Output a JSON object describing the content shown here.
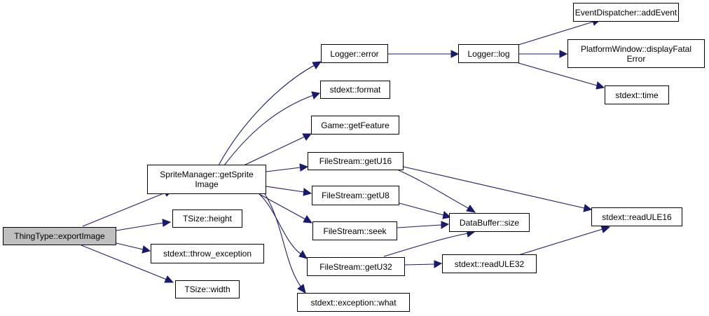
{
  "nodes": {
    "thingtype_exportimage": "ThingType::exportImage",
    "spritemanager_getspriteimage": "SpriteManager::getSprite\nImage",
    "tsize_height": "TSize::height",
    "stdext_throw_exception": "stdext::throw_exception",
    "tsize_width": "TSize::width",
    "logger_error": "Logger::error",
    "stdext_format": "stdext::format",
    "game_getfeature": "Game::getFeature",
    "filestream_getu16": "FileStream::getU16",
    "filestream_getu8": "FileStream::getU8",
    "filestream_seek": "FileStream::seek",
    "filestream_getu32": "FileStream::getU32",
    "stdext_exception_what": "stdext::exception::what",
    "logger_log": "Logger::log",
    "databuffer_size": "DataBuffer::size",
    "stdext_readule32": "stdext::readULE32",
    "eventdispatcher_addevent": "EventDispatcher::addEvent",
    "platformwindow_displayfatalerror": "PlatformWindow::displayFatal\nError",
    "stdext_time": "stdext::time",
    "stdext_readule16": "stdext::readULE16"
  },
  "edges": [
    [
      "thingtype_exportimage",
      "spritemanager_getspriteimage"
    ],
    [
      "thingtype_exportimage",
      "tsize_height"
    ],
    [
      "thingtype_exportimage",
      "stdext_throw_exception"
    ],
    [
      "thingtype_exportimage",
      "tsize_width"
    ],
    [
      "spritemanager_getspriteimage",
      "logger_error"
    ],
    [
      "spritemanager_getspriteimage",
      "stdext_format"
    ],
    [
      "spritemanager_getspriteimage",
      "game_getfeature"
    ],
    [
      "spritemanager_getspriteimage",
      "filestream_getu16"
    ],
    [
      "spritemanager_getspriteimage",
      "filestream_getu8"
    ],
    [
      "spritemanager_getspriteimage",
      "filestream_seek"
    ],
    [
      "spritemanager_getspriteimage",
      "filestream_getu32"
    ],
    [
      "spritemanager_getspriteimage",
      "stdext_exception_what"
    ],
    [
      "logger_error",
      "logger_log"
    ],
    [
      "logger_log",
      "eventdispatcher_addevent"
    ],
    [
      "logger_log",
      "platformwindow_displayfatalerror"
    ],
    [
      "logger_log",
      "stdext_time"
    ],
    [
      "filestream_getu16",
      "databuffer_size"
    ],
    [
      "filestream_getu16",
      "stdext_readule16"
    ],
    [
      "filestream_getu8",
      "databuffer_size"
    ],
    [
      "filestream_seek",
      "databuffer_size"
    ],
    [
      "filestream_getu32",
      "databuffer_size"
    ],
    [
      "filestream_getu32",
      "stdext_readule32"
    ],
    [
      "stdext_readule32",
      "stdext_readule16"
    ]
  ],
  "colors": {
    "edge": "#191970",
    "root_fill": "#bfbfbf",
    "node_fill": "#ffffff"
  }
}
